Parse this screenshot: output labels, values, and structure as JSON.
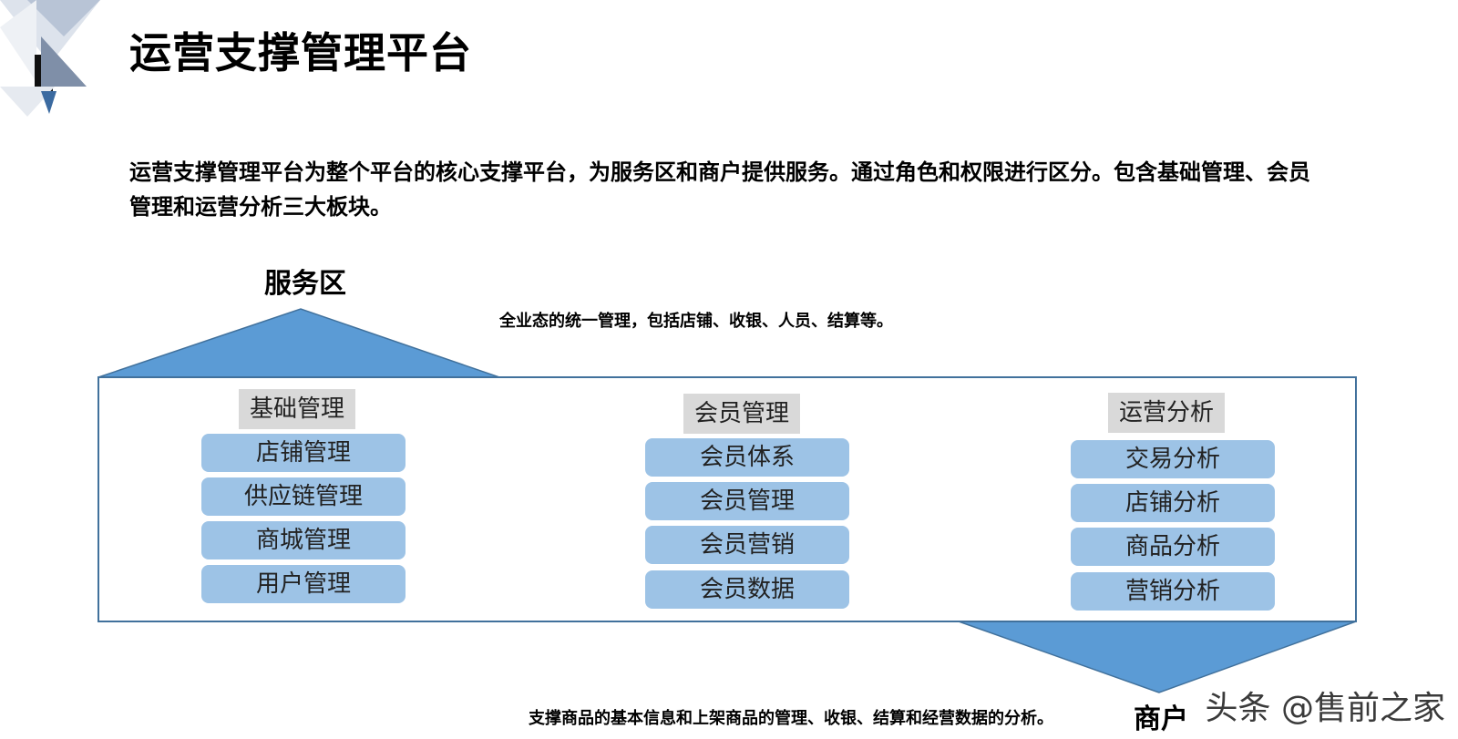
{
  "title": "运营支撑管理平台",
  "description": "运营支撑管理平台为整个平台的核心支撑平台，为服务区和商户提供服务。通过角色和权限进行区分。包含基础管理、会员管理和运营分析三大板块。",
  "diagram": {
    "top_label": "服务区",
    "top_note": "全业态的统一管理，包括店铺、收银、人员、结算等。",
    "bottom_label": "商户",
    "bottom_note": "支撑商品的基本信息和上架商品的管理、收银、结算和经营数据的分析。",
    "columns": [
      {
        "header": "基础管理",
        "items": [
          "店铺管理",
          "供应链管理",
          "商城管理",
          "用户管理"
        ]
      },
      {
        "header": "会员管理",
        "items": [
          "会员体系",
          "会员管理",
          "会员营销",
          "会员数据"
        ]
      },
      {
        "header": "运营分析",
        "items": [
          "交易分析",
          "店铺分析",
          "商品分析",
          "营销分析"
        ]
      }
    ]
  },
  "watermark": "头条 @售前之家",
  "colors": {
    "arrow_fill": "#5b9bd5",
    "item_fill": "#9dc3e6",
    "header_fill": "#d9d9d9",
    "frame_stroke": "#41719c"
  }
}
